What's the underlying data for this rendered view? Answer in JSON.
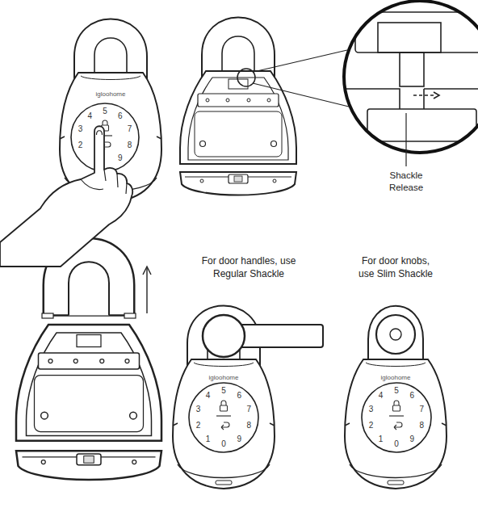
{
  "diagram": {
    "nodes": [
      {
        "text": [
          "4",
          "5",
          "6",
          "3",
          "7",
          "2",
          "8",
          "9"
        ]
      },
      {
        "text": [
          "4",
          "5",
          "6",
          "3",
          "7",
          "2",
          "8",
          "1",
          "0",
          "9"
        ]
      },
      {
        "text": [
          "4",
          "5",
          "6",
          "3",
          "7",
          "2",
          "8",
          "1",
          "0",
          "9"
        ]
      }
    ],
    "labels": [
      "igloohome",
      "Shackle Release",
      "For door handles, use Regular Shackle",
      "For door knobs, use Slim Shackle",
      "igloohome",
      "igloohome"
    ]
  }
}
